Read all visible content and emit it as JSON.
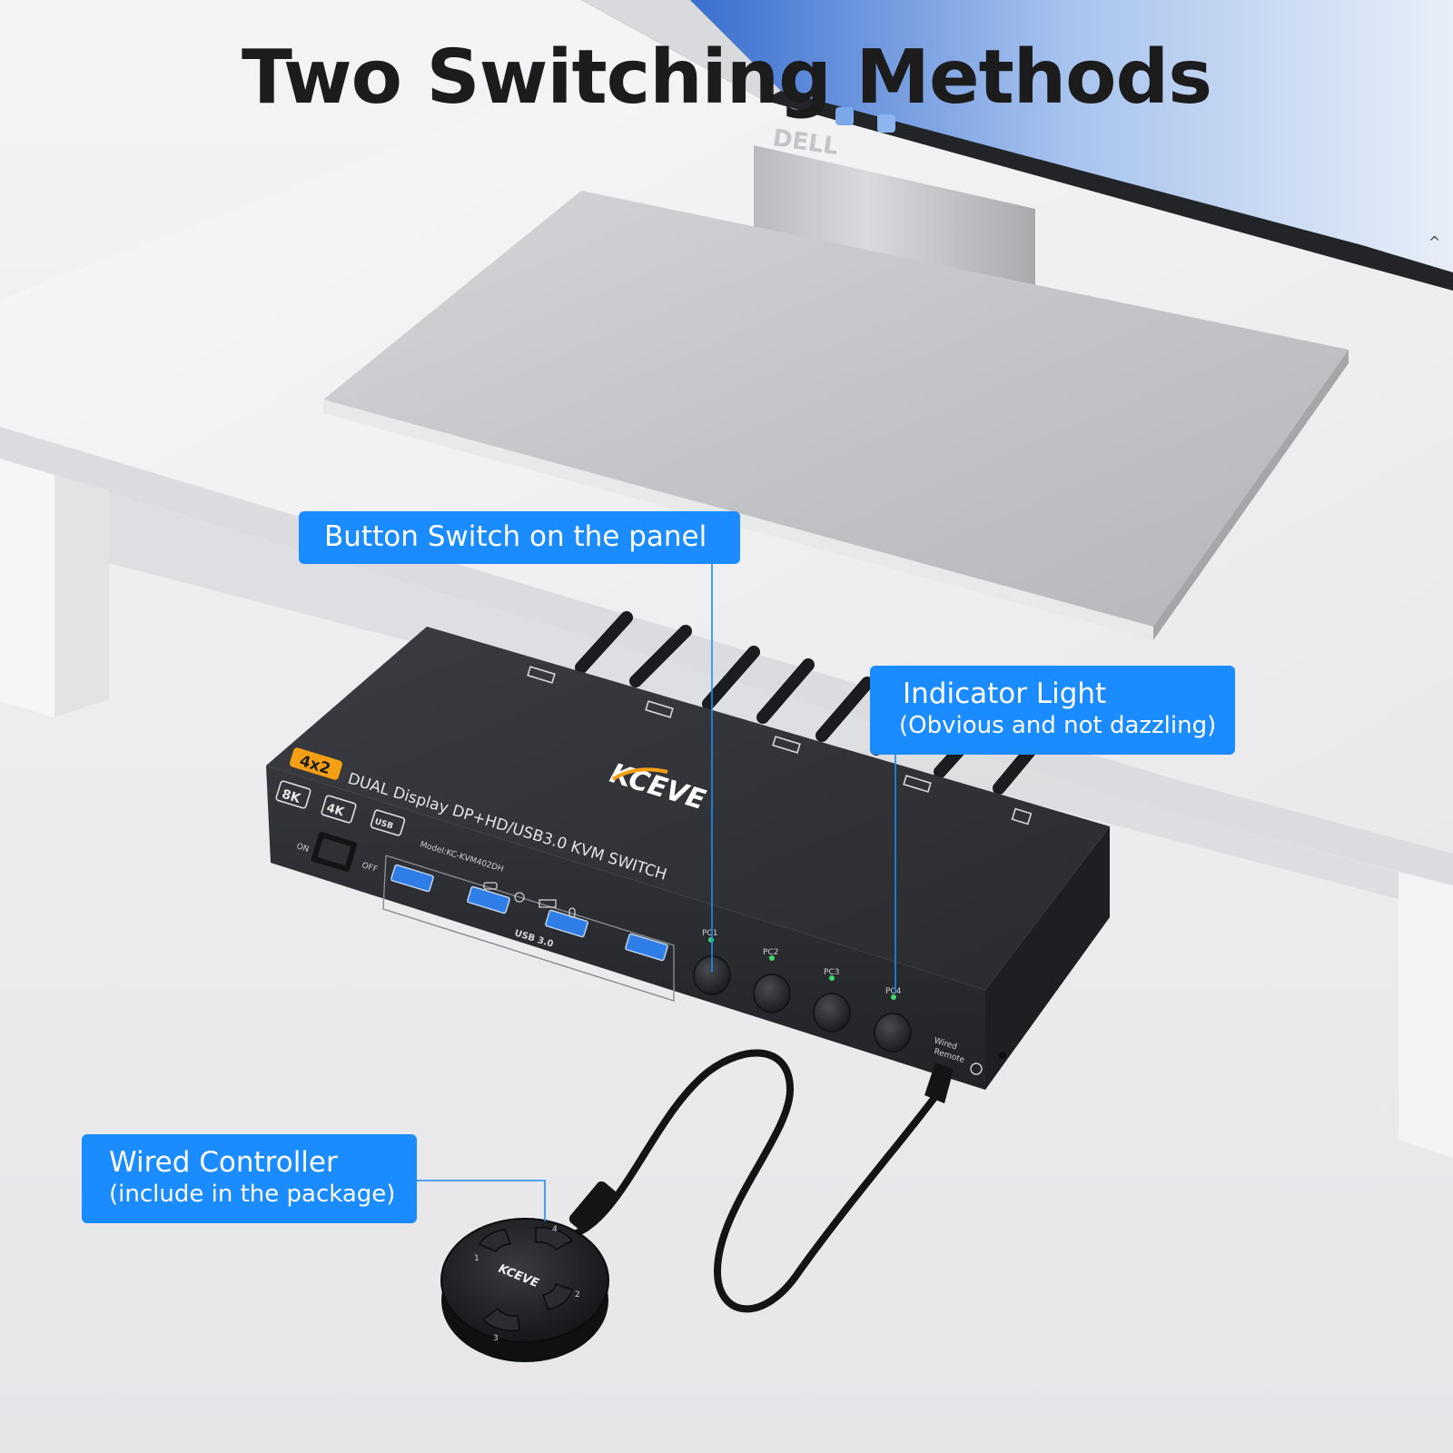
{
  "page": {
    "title": "Two Switching Methods"
  },
  "monitor": {
    "brand": "DELL"
  },
  "device": {
    "brand": "KCEVE",
    "ratio_badge": "4x2",
    "product_name": "DUAL Display DP+HD/USB3.0 KVM SWITCH",
    "model": "Model:KC-KVM402DH",
    "spec_badges": [
      "8K",
      "4K",
      "USB"
    ],
    "power_on": "ON",
    "power_off": "OFF",
    "usb_label": "USB 3.0",
    "pc_labels": [
      "PC1",
      "PC2",
      "PC3",
      "PC4"
    ],
    "remote_port_label": [
      "Wired",
      "Remote"
    ],
    "indicator_color": "#3dd96b"
  },
  "controller": {
    "brand": "KCEVE",
    "button_numbers": [
      "1",
      "2",
      "3",
      "4"
    ]
  },
  "callouts": {
    "button_switch": {
      "title": "Button Switch on the panel"
    },
    "indicator_light": {
      "title": "Indicator Light",
      "subtitle": "(Obvious and not dazzling)"
    },
    "wired_controller": {
      "title": "Wired Controller",
      "subtitle": "(include in the package)"
    }
  },
  "colors": {
    "callout_blue": "#1a8cff",
    "device_body": "#2b2c30",
    "usb_blue": "#2f7ee8",
    "badge_orange": "#f5a014"
  }
}
